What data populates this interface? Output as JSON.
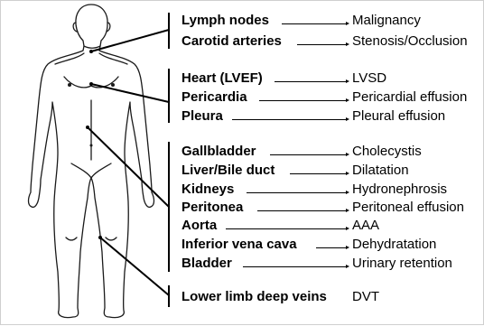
{
  "diagram": {
    "groups": [
      {
        "id": "neck",
        "rows": [
          {
            "organ": "Lymph nodes",
            "finding": "Malignancy"
          },
          {
            "organ": "Carotid arteries",
            "finding": "Stenosis/Occlusion"
          }
        ]
      },
      {
        "id": "thorax",
        "rows": [
          {
            "organ": "Heart (LVEF)",
            "finding": "LVSD"
          },
          {
            "organ": "Pericardia",
            "finding": "Pericardial effusion"
          },
          {
            "organ": "Pleura",
            "finding": "Pleural effusion"
          }
        ]
      },
      {
        "id": "abdomen",
        "rows": [
          {
            "organ": "Gallbladder",
            "finding": "Cholecystis"
          },
          {
            "organ": "Liver/Bile duct",
            "finding": "Dilatation"
          },
          {
            "organ": "Kidneys",
            "finding": "Hydronephrosis"
          },
          {
            "organ": "Peritonea",
            "finding": "Peritoneal effusion"
          },
          {
            "organ": "Aorta",
            "finding": "AAA"
          },
          {
            "organ": "Inferior vena cava",
            "finding": "Dehydratation"
          },
          {
            "organ": "Bladder",
            "finding": "Urinary retention"
          }
        ]
      },
      {
        "id": "limbs",
        "rows": [
          {
            "organ": "Lower limb deep veins",
            "finding": "DVT"
          }
        ]
      }
    ]
  },
  "colors": {
    "line": "#000000",
    "figure_outline": "#1a1a1a",
    "background": "#ffffff"
  }
}
